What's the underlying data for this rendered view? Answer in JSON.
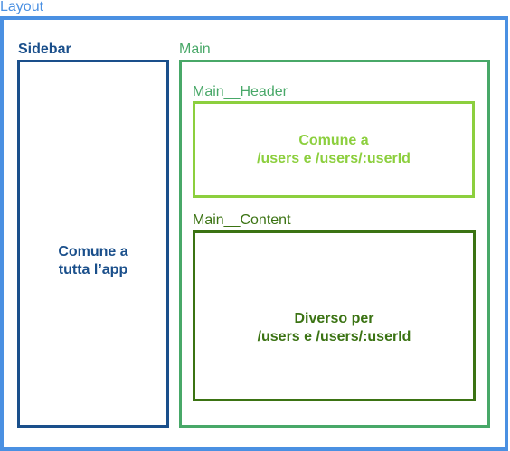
{
  "layout": {
    "title": "Layout",
    "color": "#4a90e2"
  },
  "sidebar": {
    "title": "Sidebar",
    "text_line1": "Comune a",
    "text_line2": "tutta l’app",
    "color": "#1a4f8b"
  },
  "main": {
    "title": "Main",
    "color": "#48a868",
    "header": {
      "title": "Main__Header",
      "text_line1": "Comune a",
      "text_line2": "/users e /users/:userId",
      "color": "#8ccf3e"
    },
    "content": {
      "title": "Main__Content",
      "text_line1": "Diverso per",
      "text_line2": "/users e /users/:userId",
      "color": "#3b7313"
    }
  }
}
